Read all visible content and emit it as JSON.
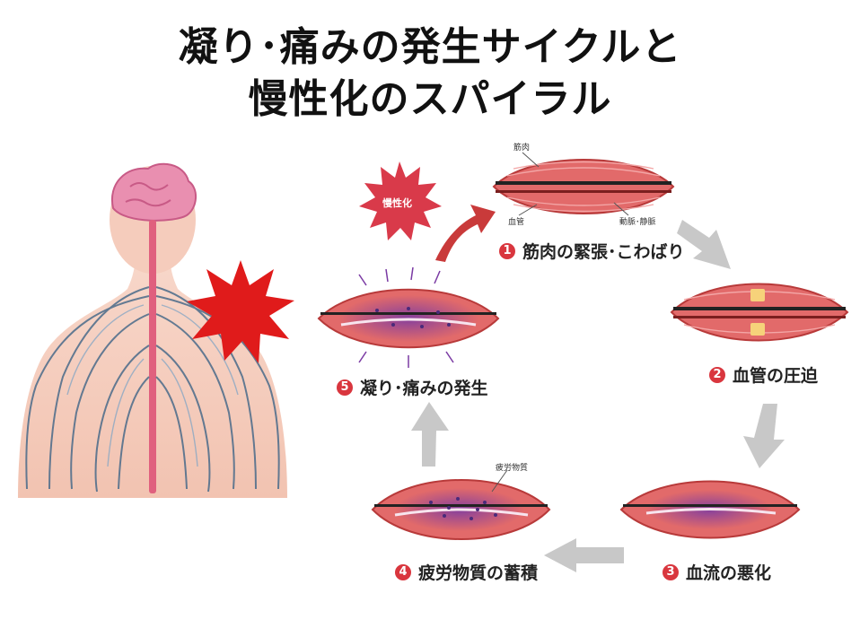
{
  "title": {
    "line1": "凝り･痛みの発生サイクルと",
    "line2": "慢性化のスパイラル"
  },
  "cycle": [
    {
      "num": "1",
      "label": "筋肉の緊張･こわばり"
    },
    {
      "num": "2",
      "label": "血管の圧迫"
    },
    {
      "num": "3",
      "label": "血流の悪化"
    },
    {
      "num": "4",
      "label": "疲労物質の蓄積"
    },
    {
      "num": "5",
      "label": "凝り･痛みの発生"
    }
  ],
  "muscle_labels": {
    "top_left": "筋肉",
    "bottom_left": "血管",
    "bottom_right": "動脈･静脈",
    "fatigue": "疲労物質"
  },
  "burst_label": "慢性化",
  "colors": {
    "muscle": "#e26a6a",
    "muscle_dark": "#b83a3a",
    "arrow_red": "#c93a3a",
    "arrow_gray": "#c8c8c8",
    "burst_red": "#e01b1b",
    "body_skin": "#f7d3c4",
    "brain": "#e98fb0",
    "nerve_blue": "#4a6b8a",
    "spine": "#e0607e"
  },
  "icons": [
    "pain-burst-icon",
    "chronic-burst-icon",
    "human-body-illustration",
    "brain-icon"
  ]
}
